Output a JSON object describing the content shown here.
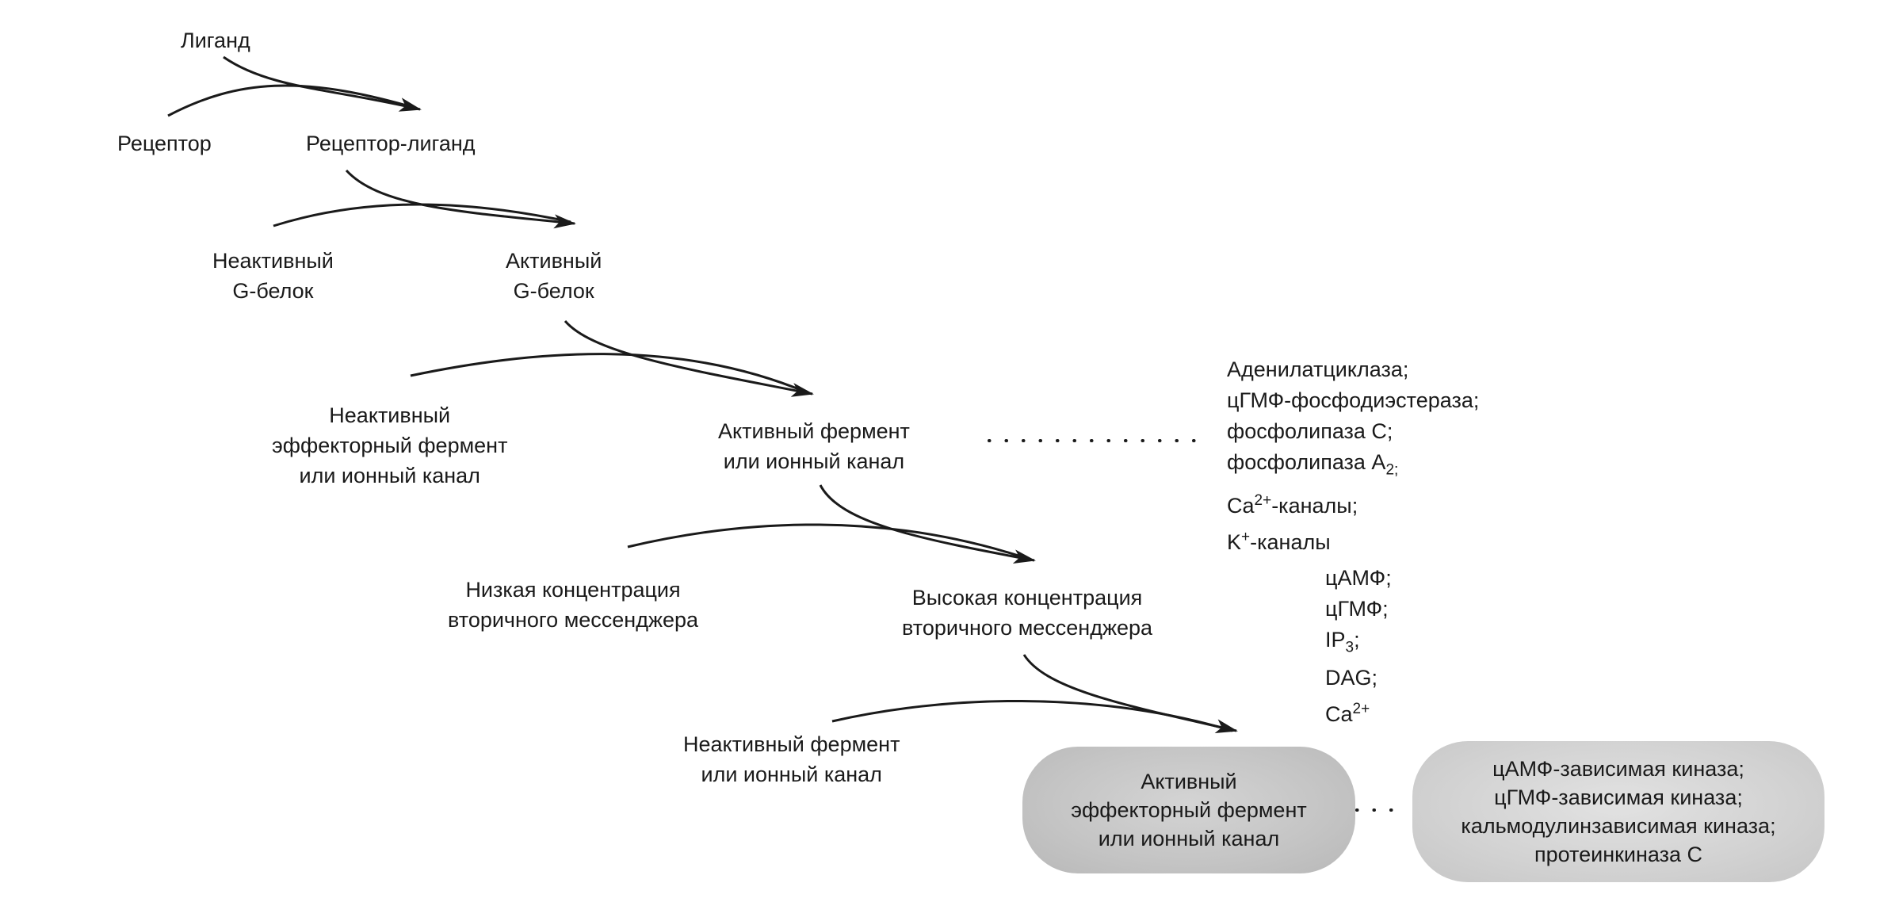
{
  "nodes": {
    "ligand": "Лиганд",
    "receptor": "Рецептор",
    "receptor_ligand": "Рецептор-лиганд",
    "inactive_g": [
      "Неактивный",
      "G-белок"
    ],
    "active_g": [
      "Активный",
      "G-белок"
    ],
    "inactive_effector": [
      "Неактивный",
      "эффекторный фермент",
      "или ионный канал"
    ],
    "active_enzyme": [
      "Активный фермент",
      "или ионный канал"
    ],
    "low_conc": [
      "Низкая концентрация",
      "вторичного мессенджера"
    ],
    "high_conc": [
      "Высокая концентрация",
      "вторичного мессенджера"
    ],
    "inactive_enzyme": [
      "Неактивный фермент",
      "или ионный канал"
    ],
    "active_effector": [
      "Активный",
      "эффекторный фермент",
      "или ионный канал"
    ]
  },
  "lists": {
    "effectors": [
      {
        "text": "Аденилатциклаза;"
      },
      {
        "text": "цГМФ-фосфодиэстераза;"
      },
      {
        "text": "фосфолипаза С;"
      },
      {
        "text": "фосфолипаза А",
        "sub": "2;"
      },
      {
        "text": "Ca",
        "sup": "2+",
        "after": "-каналы;"
      },
      {
        "text": "K",
        "sup": "+",
        "after": "-каналы"
      }
    ],
    "messengers": [
      {
        "text": "цАМФ;"
      },
      {
        "text": "цГМФ;"
      },
      {
        "text": "IP",
        "sub": "3",
        "after": ";"
      },
      {
        "text": "DAG;"
      },
      {
        "text": "Ca",
        "sup": "2+"
      }
    ],
    "kinases": [
      "цАМФ-зависимая киназа;",
      "цГМФ-зависимая киназа;",
      "кальмодулинзависимая киназа;",
      "протеинкиназа С"
    ]
  },
  "colors": {
    "ink": "#1a1a1a",
    "pill_fill": "#c8c8c8"
  }
}
